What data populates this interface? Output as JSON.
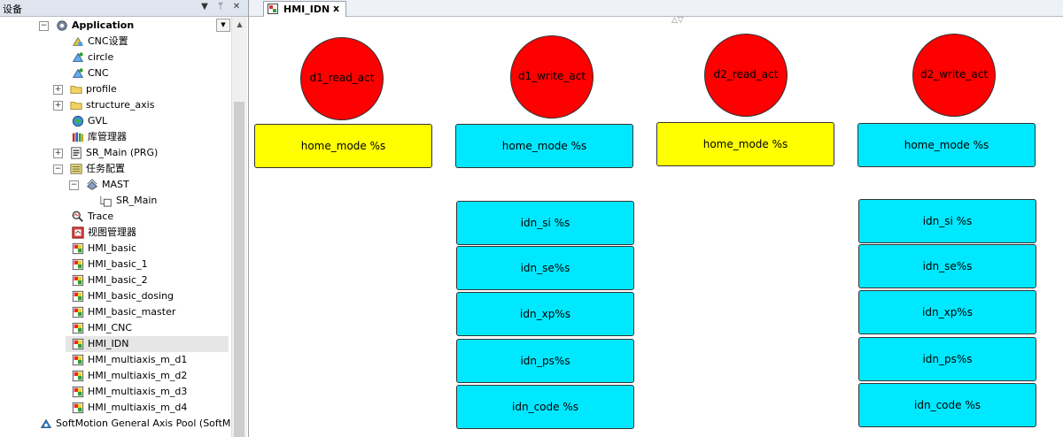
{
  "panel": {
    "title": "设备",
    "btn_dropdown": "▼",
    "btn_pin": "ᛘ",
    "btn_close": "✕"
  },
  "tree": [
    {
      "label": "Application",
      "bold": true,
      "expander": "−",
      "icon": "gear-icon"
    },
    {
      "label": "CNC设置",
      "icon": "cnc-settings-icon"
    },
    {
      "label": "circle",
      "icon": "cnc-program-icon"
    },
    {
      "label": "CNC",
      "icon": "cnc-program-icon"
    },
    {
      "label": "profile",
      "expander": "+",
      "icon": "folder-icon"
    },
    {
      "label": "structure_axis",
      "expander": "+",
      "icon": "folder-icon"
    },
    {
      "label": "GVL",
      "icon": "globe-icon"
    },
    {
      "label": "库管理器",
      "icon": "library-icon"
    },
    {
      "label": "SR_Main (PRG)",
      "expander": "+",
      "icon": "program-icon"
    },
    {
      "label": "任务配置",
      "expander": "−",
      "icon": "task-config-icon"
    },
    {
      "label": "MAST",
      "expander": "−",
      "icon": "task-icon"
    },
    {
      "label": "SR_Main",
      "icon": "program-call-icon"
    },
    {
      "label": "Trace",
      "icon": "trace-icon"
    },
    {
      "label": "视图管理器",
      "icon": "visu-manager-icon"
    },
    {
      "label": "HMI_basic",
      "icon": "visu-icon"
    },
    {
      "label": "HMI_basic_1",
      "icon": "visu-icon"
    },
    {
      "label": "HMI_basic_2",
      "icon": "visu-icon"
    },
    {
      "label": "HMI_basic_dosing",
      "icon": "visu-icon"
    },
    {
      "label": "HMI_basic_master",
      "icon": "visu-icon"
    },
    {
      "label": "HMI_CNC",
      "icon": "visu-icon"
    },
    {
      "label": "HMI_IDN",
      "icon": "visu-icon",
      "selected": true
    },
    {
      "label": "HMI_multiaxis_m_d1",
      "icon": "visu-icon"
    },
    {
      "label": "HMI_multiaxis_m_d2",
      "icon": "visu-icon"
    },
    {
      "label": "HMI_multiaxis_m_d3",
      "icon": "visu-icon"
    },
    {
      "label": "HMI_multiaxis_m_d4",
      "icon": "visu-icon"
    },
    {
      "label": "SoftMotion General Axis Pool (SoftMotion",
      "icon": "axis-pool-icon"
    }
  ],
  "tab": {
    "label": "HMI_IDN",
    "close": "x"
  },
  "canvas": {
    "circles": [
      "d1_read_act",
      "d1_write_act",
      "d2_read_act",
      "d2_write_act"
    ],
    "home_boxes": [
      {
        "label": "home_mode %s",
        "color": "yellow"
      },
      {
        "label": "home_mode %s",
        "color": "cyan"
      },
      {
        "label": "home_mode %s",
        "color": "yellow"
      },
      {
        "label": "home_mode %s",
        "color": "cyan"
      }
    ],
    "idn_col1": [
      "idn_si %s",
      "idn_se%s",
      "idn_xp%s",
      "idn_ps%s",
      "idn_code %s"
    ],
    "idn_col2": [
      "idn_si %s",
      "idn_se%s",
      "idn_xp%s",
      "idn_ps%s",
      "idn_code %s"
    ]
  },
  "colors": {
    "red": "#ff0000",
    "yellow": "#ffff00",
    "cyan": "#00e8ff"
  }
}
